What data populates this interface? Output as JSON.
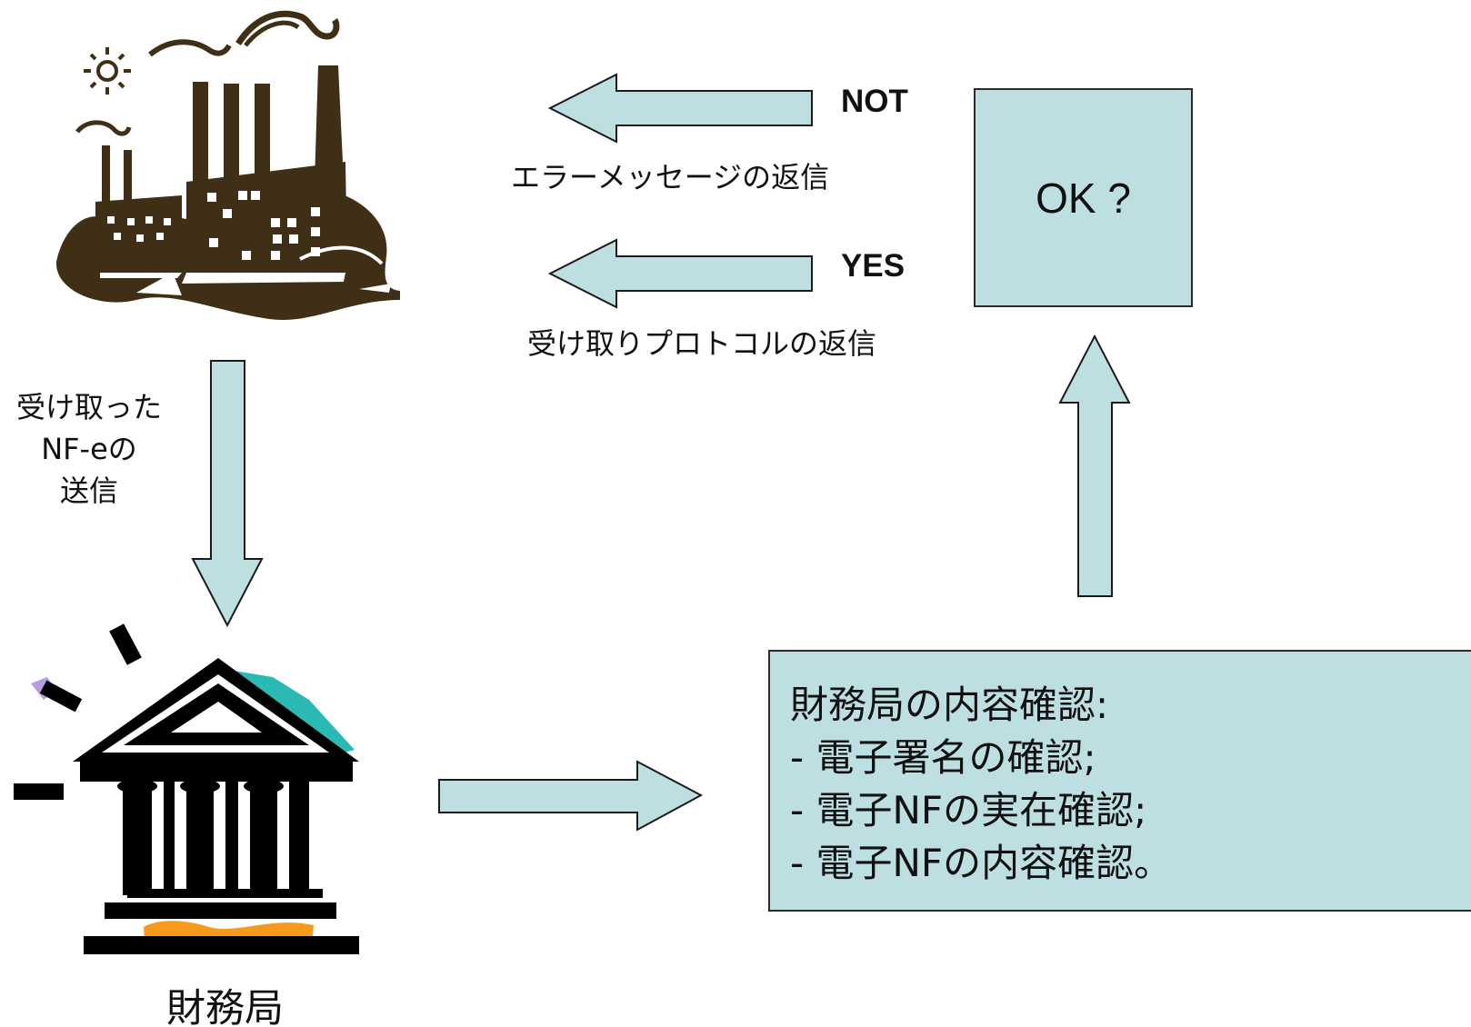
{
  "labels": {
    "not": "NOT",
    "yes": "YES",
    "error_reply": "エラーメッセージの返信",
    "receipt_reply": "受け取りプロトコルの返信",
    "sent": [
      "受け取った",
      "NF-eの",
      "送信"
    ],
    "treasury": "財務局"
  },
  "ok_box": {
    "text": "OK ?"
  },
  "check_box": {
    "title": "財務局の内容確認:",
    "items": [
      "- 電子署名の確認;",
      "- 電子NFの実在確認;",
      "- 電子NFの内容確認。"
    ]
  },
  "colors": {
    "arrow_fill": "#bddfe2",
    "box_fill": "#bddfe2",
    "factory": "#3f2f16",
    "outline": "#2b2b2b"
  },
  "icons": {
    "factory": "factory-icon",
    "treasury": "treasury-building-icon"
  }
}
